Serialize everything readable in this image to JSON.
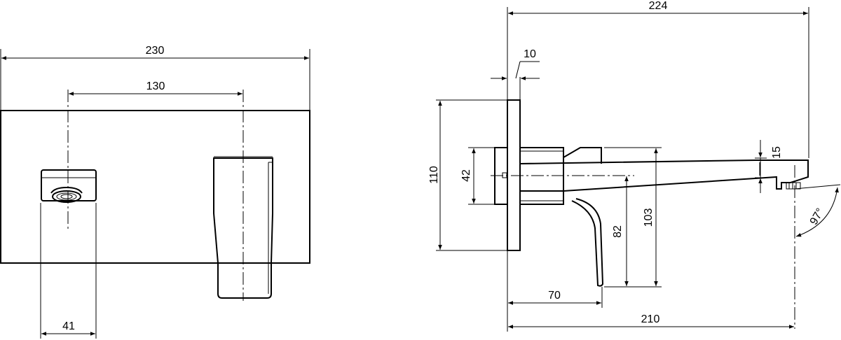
{
  "front_view": {
    "dims": {
      "overall_width": "230",
      "center_distance": "130",
      "spout_width": "41"
    }
  },
  "side_view": {
    "dims": {
      "overall_depth": "224",
      "plate_thickness": "10",
      "plate_height": "110",
      "body_height": "42",
      "outlet_height": "15",
      "lever_height": "82",
      "spout_drop": "103",
      "lever_projection": "70",
      "spout_projection": "210",
      "spray_angle": "97°"
    }
  }
}
